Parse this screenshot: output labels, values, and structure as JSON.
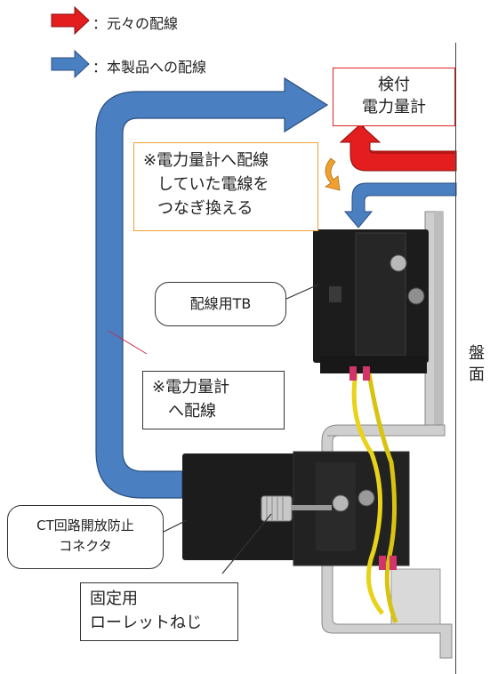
{
  "legend": {
    "red_label": "：元々の配線",
    "blue_label": "：本製品への配線"
  },
  "meter_box": {
    "line1": "検付",
    "line2": "電力量計"
  },
  "note_reconnect": {
    "line1": "※電力量計へ配線",
    "line2": "していた電線を",
    "line3": "つなぎ換える"
  },
  "callout_tb": {
    "label": "配線用TB"
  },
  "note_to_meter": {
    "line1": "※電力量計",
    "line2": "へ配線"
  },
  "callout_ct": {
    "line1": "CT回路開放防止",
    "line2": "コネクタ"
  },
  "note_screw": {
    "line1": "固定用",
    "line2": "ローレットねじ"
  },
  "panel": {
    "char1": "盤",
    "char2": "面"
  },
  "colors": {
    "red_arrow": "#e41e1e",
    "blue_arrow": "#4a7fc1",
    "orange_arrow": "#f0a030",
    "device_black": "#1c1c1c",
    "bracket_silver": "#c9c9c9",
    "wire_yellow": "#e8d21a"
  }
}
